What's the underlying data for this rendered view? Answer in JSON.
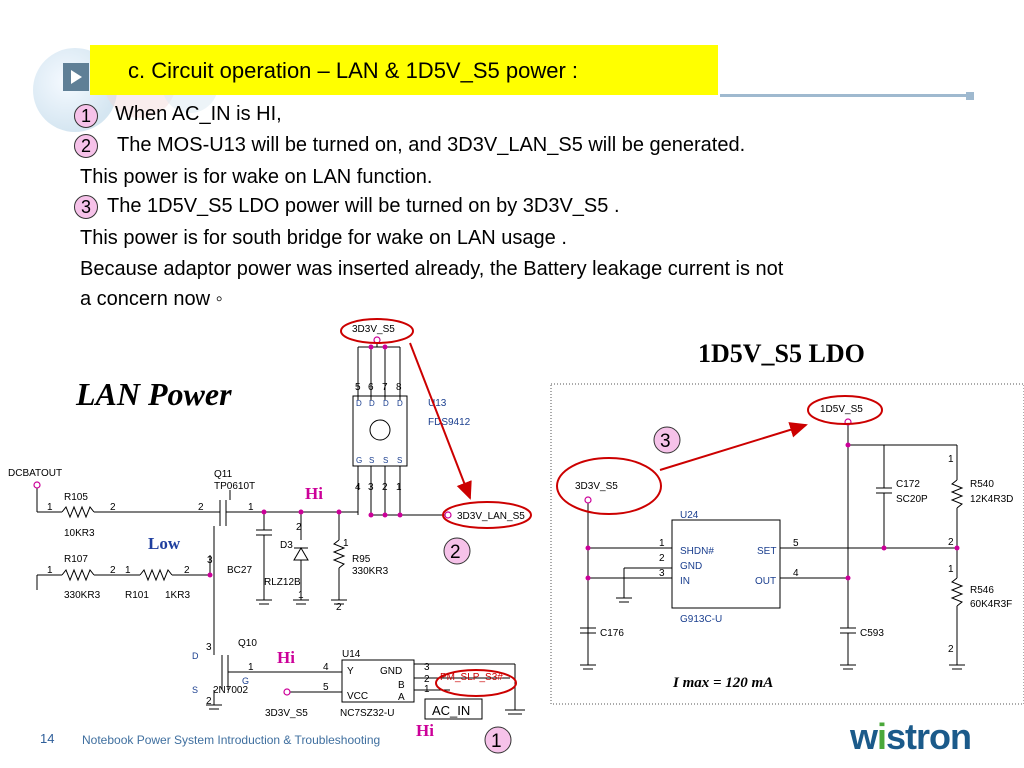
{
  "slide": {
    "title": "c. Circuit operation – LAN & 1D5V_S5 power :",
    "steps": [
      {
        "num": "1",
        "text": "When AC_IN is HI,"
      },
      {
        "num": "2",
        "text": "The MOS-U13 will be turned on, and 3D3V_LAN_S5 will be generated."
      },
      {
        "text": "This power is for wake on LAN function."
      },
      {
        "num": "3",
        "text": "The 1D5V_S5 LDO power will be turned on by 3D3V_S5 ."
      },
      {
        "text": "This power is for south bridge for wake on LAN usage ."
      },
      {
        "text": "Because adaptor power was inserted already, the Battery leakage current is not"
      },
      {
        "text": "a concern now ◦"
      }
    ],
    "page_number": "14",
    "footer": "Notebook Power System Introduction & Troubleshooting",
    "logo": {
      "pre": "w",
      "accent": "i",
      "post": "stron"
    }
  },
  "lan": {
    "heading": "LAN Power",
    "nets": {
      "s5": "3D3V_S5",
      "lan": "3D3V_LAN_S5",
      "dcbat": "DCBATOUT",
      "pm": "PM_SLP_S3#",
      "acin": "AC_IN",
      "s5b": "3D3V_S5"
    },
    "parts": {
      "u13": "U13",
      "u13pn": "FDS9412",
      "q11": "Q11",
      "q11pn": "TP0610T",
      "r105": "R105",
      "r105v": "10KR3",
      "r107": "R107",
      "r107v": "330KR3",
      "r101": "R101",
      "r101v": "1KR3",
      "d3": "D3",
      "d3pn": "BC27",
      "rlz": "RLZ12B",
      "r95": "R95",
      "r95v": "330KR3",
      "q10": "Q10",
      "q10pn": "2N7002",
      "u14": "U14",
      "u14pn": "NC7SZ32-U"
    },
    "pins": {
      "u13_top": [
        "5",
        "6",
        "7",
        "8"
      ],
      "u13_bot": [
        "4",
        "3",
        "2",
        "1"
      ],
      "u13_top_sub": [
        "D",
        "D",
        "D",
        "D"
      ],
      "u13_bot_sub": [
        "G",
        "S",
        "S",
        "S"
      ],
      "r105": [
        "1",
        "2"
      ],
      "q11_src": "2",
      "q11_drn": "1",
      "q11_g": "3",
      "r107": [
        "1",
        "2"
      ],
      "r101": [
        "1",
        "2"
      ],
      "d3": [
        "1",
        "2"
      ],
      "r95": [
        "1",
        "2"
      ],
      "q10_d": "3",
      "q10_g": "1",
      "q10_s": "2",
      "q10_dl": "D",
      "q10_gl": "G",
      "q10_sl": "S",
      "u14_y": "Y",
      "u14_gnd": "GND",
      "u14_b": "B",
      "u14_a": "A",
      "u14_vcc": "VCC",
      "u14_4": "4",
      "u14_5": "5",
      "u14_3": "3",
      "u14_2": "2",
      "u14_1": "1"
    },
    "states": {
      "hi1": "Hi",
      "low": "Low",
      "hi2": "Hi",
      "hi3": "Hi"
    }
  },
  "ldo": {
    "heading": "1D5V_S5 LDO",
    "nets": {
      "out": "1D5V_S5",
      "in": "3D3V_S5"
    },
    "u24": "U24",
    "u24pn": "G913C-U",
    "pin_names": {
      "shdn": "SHDN#",
      "gnd": "GND",
      "in": "IN",
      "set": "SET",
      "out": "OUT"
    },
    "pins": {
      "p1": "1",
      "p2": "2",
      "p3": "3",
      "p5": "5",
      "p4": "4"
    },
    "caps": {
      "c172": "C172",
      "c172v": "SC20P",
      "c176": "C176",
      "c593": "C593"
    },
    "res": {
      "r540": "R540",
      "r540v": "12K4R3D",
      "r546": "R546",
      "r546v": "60K4R3F"
    },
    "rpins": {
      "r540": [
        "1",
        "2"
      ],
      "r546": [
        "1",
        "2"
      ]
    },
    "imax": "I max = 120 mA"
  },
  "markers": {
    "m1": "1",
    "m2": "2",
    "m3": "3"
  },
  "colors": {
    "title_bg": "#ffff00",
    "wire": "#000000",
    "junction": "#cc0099",
    "annotation": "#cc0000",
    "hi": "#cc0099",
    "low": "#1f3f9f",
    "marker_fill": "#f6c2e9"
  }
}
